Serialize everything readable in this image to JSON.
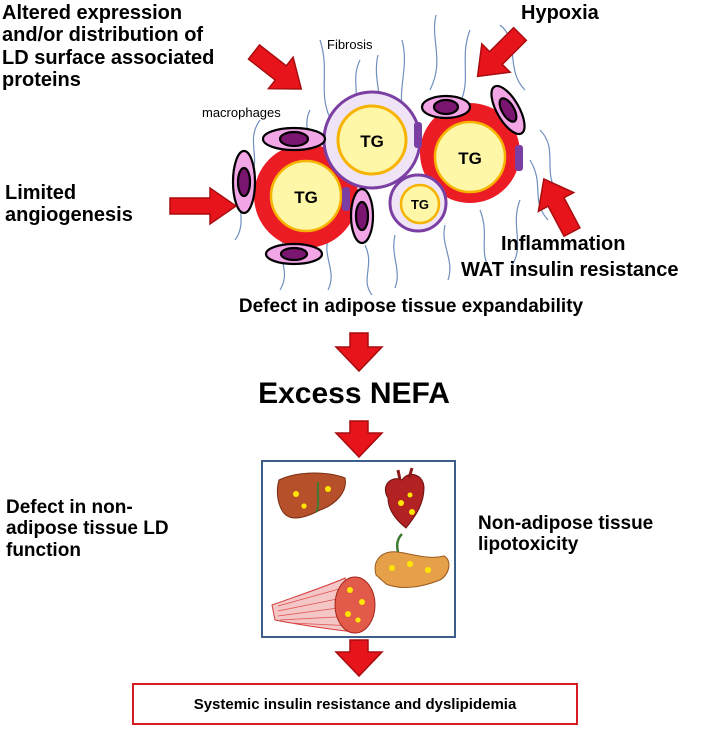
{
  "labels": {
    "altered": "Altered expression\nand/or distribution of\nLD surface associated\nproteins",
    "hypoxia": "Hypoxia",
    "fibrosis": "Fibrosis",
    "macrophages": "macrophages",
    "limited": "Limited\nangiogenesis",
    "inflammation": "Inflammation",
    "wat": "WAT insulin resistance",
    "defect_adipose": "Defect in adipose tissue expandability",
    "excess_nefa": "Excess NEFA",
    "defect_nonadipose": "Defect in non-\nadipose tissue LD\nfunction",
    "lipotoxicity": "Non-adipose tissue\nlipotoxicity",
    "outcome": "Systemic insulin resistance and dyslipidemia"
  },
  "adipocytes": {
    "tg_label": "TG"
  },
  "colors": {
    "arrow": "#e8141b",
    "arrow_outline": "#a80d10",
    "cell_red": "#ec1c24",
    "lipid_yellow": "#fff7a8",
    "lipid_border": "#f6b400",
    "macrophage_pink": "#f3a6e6",
    "nucleus": "#7a1670",
    "purple_ring": "#7b3fa3",
    "fibrosis_line": "#6f8fbf",
    "panel_border": "#3b5f8a",
    "outcome_border": "#d71d24"
  },
  "icons": [
    "liver-icon",
    "heart-icon",
    "pancreas-icon",
    "muscle-icon"
  ]
}
